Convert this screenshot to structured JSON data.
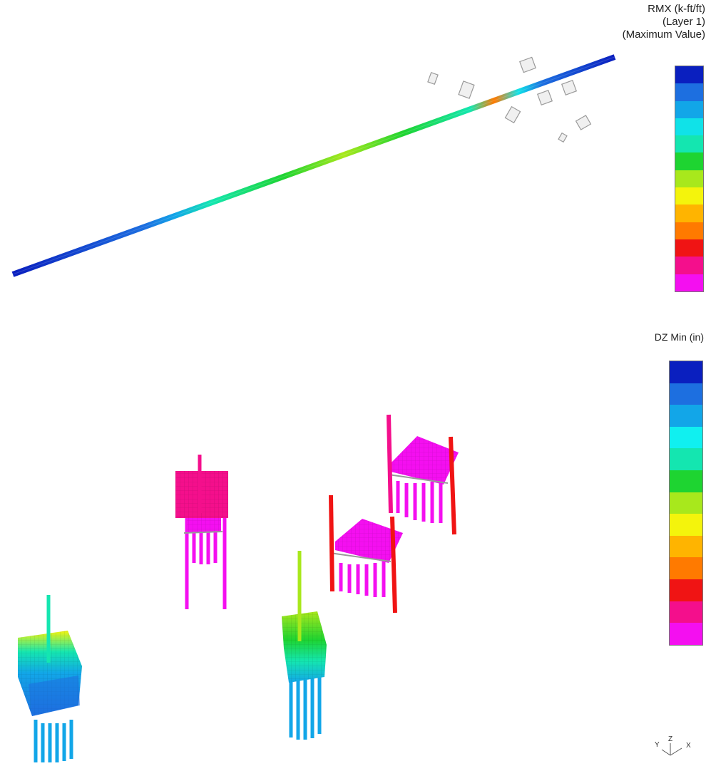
{
  "top_view": {
    "legend": {
      "title_lines": [
        "RMX (k-ft/ft)",
        "(Layer  1)",
        "(Maximum Value)"
      ],
      "colors": [
        "#0a1fbf",
        "#1d6fe0",
        "#12a6e8",
        "#10e2e8",
        "#14e6b0",
        "#1ed431",
        "#a8e81c",
        "#f4f40c",
        "#ffb400",
        "#ff7a00",
        "#f01414",
        "#f40f8c",
        "#f40ff0"
      ]
    }
  },
  "bottom_view": {
    "legend": {
      "title": "DZ Min (in)",
      "colors": [
        "#0a1fbf",
        "#1d6fe0",
        "#12a6e8",
        "#10f0f0",
        "#14e6b0",
        "#1ed431",
        "#a8e81c",
        "#f4f40c",
        "#ffb400",
        "#ff7a00",
        "#f01414",
        "#f40f8c",
        "#f40ff0"
      ]
    },
    "axes": {
      "y": "Y",
      "z": "Z",
      "x": "X"
    }
  }
}
